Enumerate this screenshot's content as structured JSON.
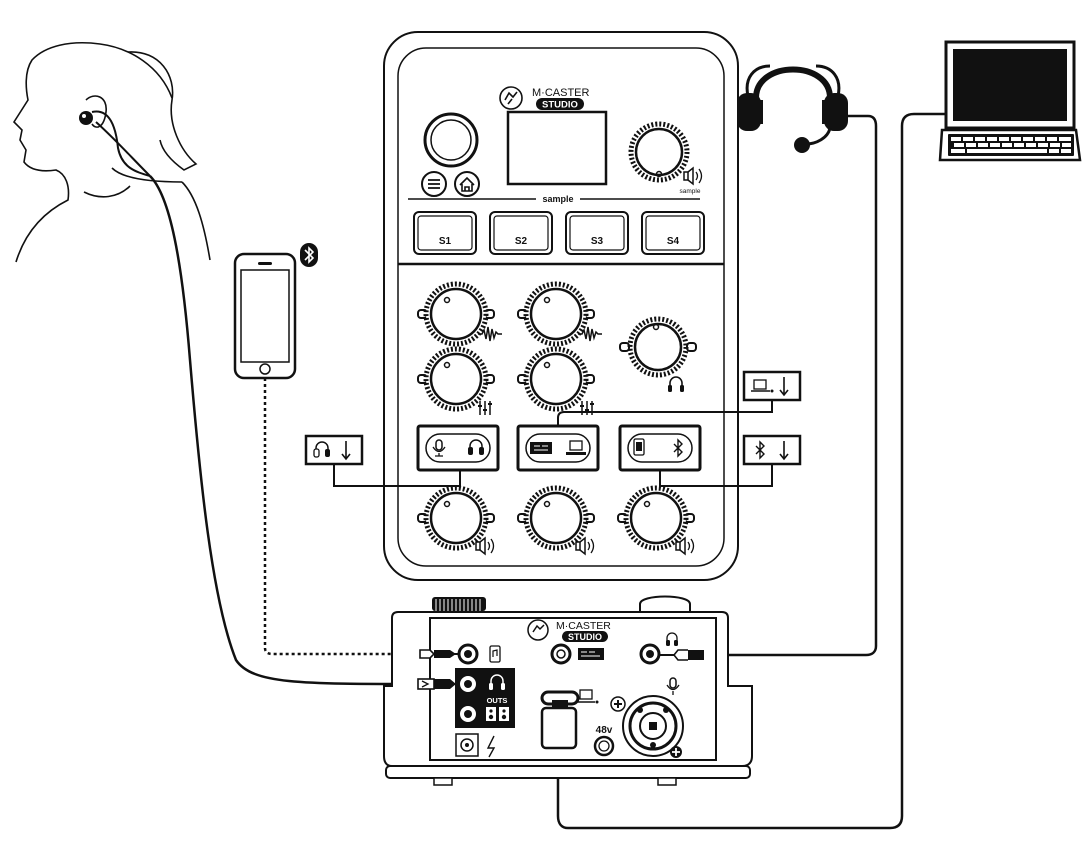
{
  "device": {
    "brand": "M·CASTER",
    "model": "STUDIO",
    "screen_label": "sample",
    "encoder_label": "sample",
    "sample_buttons": [
      "S1",
      "S2",
      "S3",
      "S4"
    ]
  },
  "rear_panel": {
    "brand": "M·CASTER",
    "model": "STUDIO",
    "outs_label": "OUTS",
    "phantom_label": "48v"
  },
  "icons": {
    "bluetooth": "bluetooth-icon",
    "headphones": "headphones-icon",
    "computer": "computer-icon",
    "speaker": "speaker-icon",
    "mic": "mic-icon",
    "usb": "usb-icon",
    "power": "power-icon"
  },
  "colors": {
    "line": "#111111",
    "fill": "#ffffff",
    "panel": "#111111"
  }
}
